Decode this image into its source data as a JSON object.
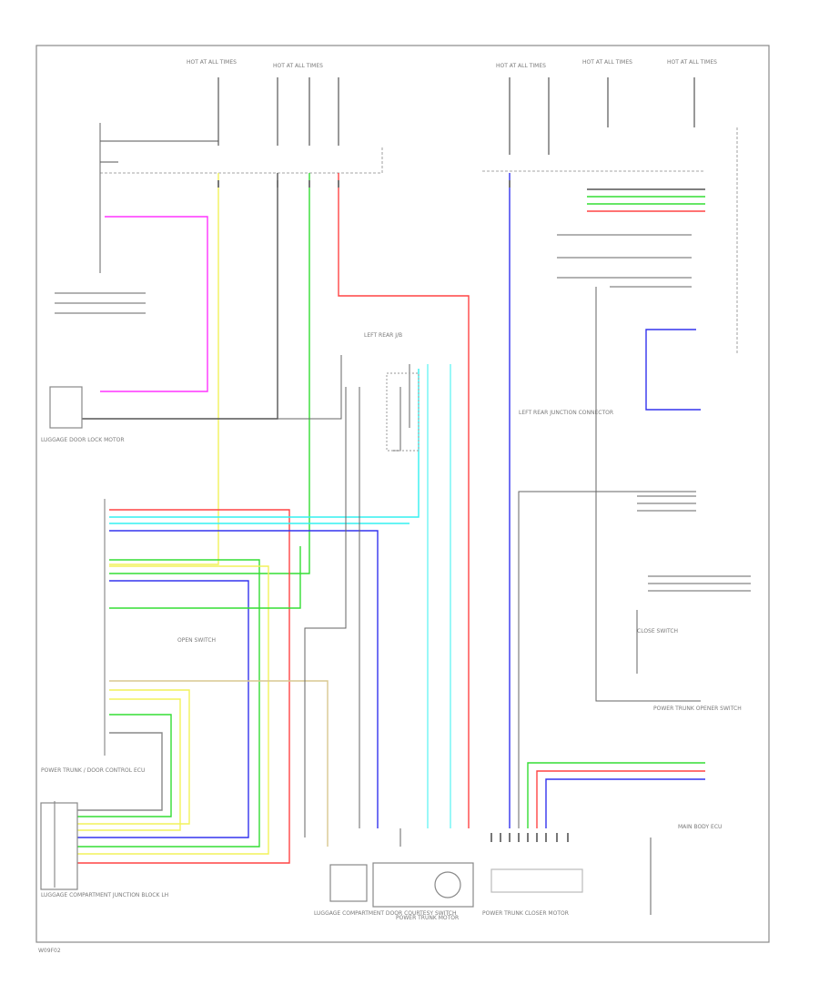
{
  "diagram": {
    "footer_code": "W09F02",
    "colors": {
      "pink": "#ff33ff",
      "yellow": "#f2f25a",
      "green": "#33dd33",
      "red": "#ff4444",
      "blue": "#3333ee",
      "cyan": "#33f0f0",
      "gray": "#666666",
      "dark": "#444444",
      "light": "#c8c8c8"
    },
    "labels": {
      "main_ecu": "POWER TRUNK / DOOR CONTROL ECU",
      "left_junction": "LUGGAGE COMPARTMENT JUNCTION BLOCK LH",
      "door_lock_motor": "LUGGAGE DOOR LOCK MOTOR",
      "courtesy_switch": "LUGGAGE COMPARTMENT DOOR COURTESY SWITCH",
      "power_motor": "POWER TRUNK MOTOR",
      "closer_motor": "POWER TRUNK CLOSER MOTOR",
      "right_ecu": "MAIN BODY ECU",
      "right_bottom_switch": "POWER TRUNK OPENER SWITCH",
      "relay": "LEFT REAR J/B",
      "splice": "LEFT REAR JUNCTION CONNECTOR",
      "fuse_top": "HOT AT ALL TIMES",
      "open_switch": "OPEN SWITCH",
      "close_switch": "CLOSE SWITCH"
    }
  }
}
